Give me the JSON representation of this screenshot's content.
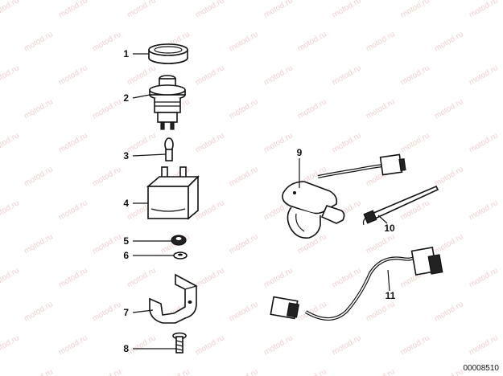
{
  "watermark": "motod.ru",
  "reference_number": "00008510",
  "callouts": [
    "1",
    "2",
    "3",
    "4",
    "5",
    "6",
    "7",
    "8",
    "9",
    "10",
    "11"
  ]
}
